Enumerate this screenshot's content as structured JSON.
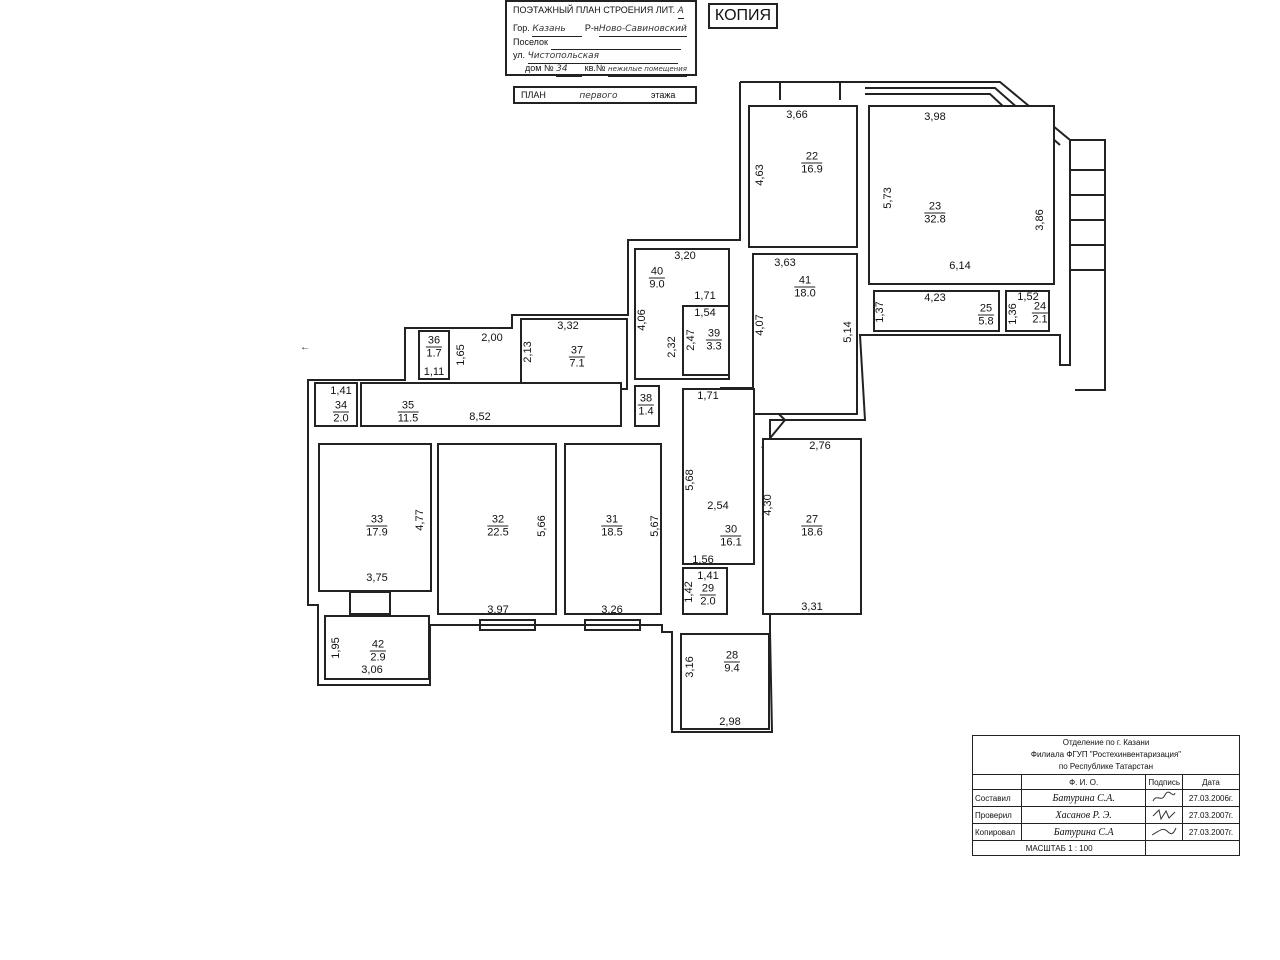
{
  "title_block": {
    "heading": "ПОЭТАЖНЫЙ ПЛАН СТРОЕНИЯ ЛИТ.",
    "lit": "А",
    "city_label": "Гор.",
    "city": "Казань",
    "district_label": "Р-н",
    "district": "Ново-Савиновский",
    "settlement_label": "Поселок",
    "street_label": "ул.",
    "street": "Чистопольская",
    "house_label": "дом №",
    "house": "34",
    "apt_label": "кв.№",
    "apt": "нежилые помещения",
    "plan_label": "ПЛАН",
    "floor": "первого",
    "floor_label": "этажа"
  },
  "copy_stamp": "КОПИЯ",
  "rooms": [
    {
      "no": "22",
      "area": "16.9",
      "dims": [
        "3,66",
        "4,63"
      ]
    },
    {
      "no": "23",
      "area": "32.8",
      "dims": [
        "3,98",
        "5,73",
        "3,86",
        "6,14"
      ]
    },
    {
      "no": "41",
      "area": "18.0",
      "dims": [
        "3,63",
        "4,07",
        "5,14"
      ]
    },
    {
      "no": "40",
      "area": "9.0",
      "dims": [
        "3,20",
        "4,06",
        "1,71",
        "2,32"
      ]
    },
    {
      "no": "39",
      "area": "3.3",
      "dims": [
        "1,54",
        "2,47"
      ]
    },
    {
      "no": "25",
      "area": "5.8",
      "dims": [
        "4,23",
        "1,37"
      ]
    },
    {
      "no": "24",
      "area": "2.1",
      "dims": [
        "1,52",
        "1,36"
      ]
    },
    {
      "no": "37",
      "area": "7.1",
      "dims": [
        "3,32",
        "2,13"
      ]
    },
    {
      "no": "36",
      "area": "1.7",
      "dims": [
        "1,11",
        "1,65",
        "2,00"
      ]
    },
    {
      "no": "34",
      "area": "2.0",
      "dims": [
        "1,41"
      ]
    },
    {
      "no": "35",
      "area": "11.5",
      "dims": [
        "8,52"
      ]
    },
    {
      "no": "38",
      "area": "1.4",
      "dims": []
    },
    {
      "no": "33",
      "area": "17.9",
      "dims": [
        "4,77",
        "3,75"
      ]
    },
    {
      "no": "32",
      "area": "22.5",
      "dims": [
        "5,66",
        "3,97"
      ]
    },
    {
      "no": "31",
      "area": "18.5",
      "dims": [
        "5,67",
        "3,26"
      ]
    },
    {
      "no": "30",
      "area": "16.1",
      "dims": [
        "1,71",
        "5,68",
        "2,54",
        "1,56"
      ]
    },
    {
      "no": "29",
      "area": "2.0",
      "dims": [
        "1,41",
        "1,42"
      ]
    },
    {
      "no": "27",
      "area": "18.6",
      "dims": [
        "2,76",
        "4,30",
        "3,31"
      ]
    },
    {
      "no": "28",
      "area": "9.4",
      "dims": [
        "3,16",
        "2,98"
      ]
    },
    {
      "no": "42",
      "area": "2.9",
      "dims": [
        "1,95",
        "3,06"
      ]
    }
  ],
  "stamp": {
    "org_line1": "Отделение по г. Казани",
    "org_line2": "Филиала ФГУП \"Ростехинвентаризация\"",
    "org_line3": "по Республике Татарстан",
    "col_name": "Ф. И. О.",
    "col_sign": "Подпись",
    "col_date": "Дата",
    "rows": [
      {
        "role": "Составил",
        "name": "Батурина С.А.",
        "date": "27.03.2006г."
      },
      {
        "role": "Проверил",
        "name": "Хасанов Р. Э.",
        "date": "27.03.2007г."
      },
      {
        "role": "Копировал",
        "name": "Батурина С.А",
        "date": "27.03.2007г."
      }
    ],
    "scale": "МАСШТАБ 1 : 100"
  }
}
